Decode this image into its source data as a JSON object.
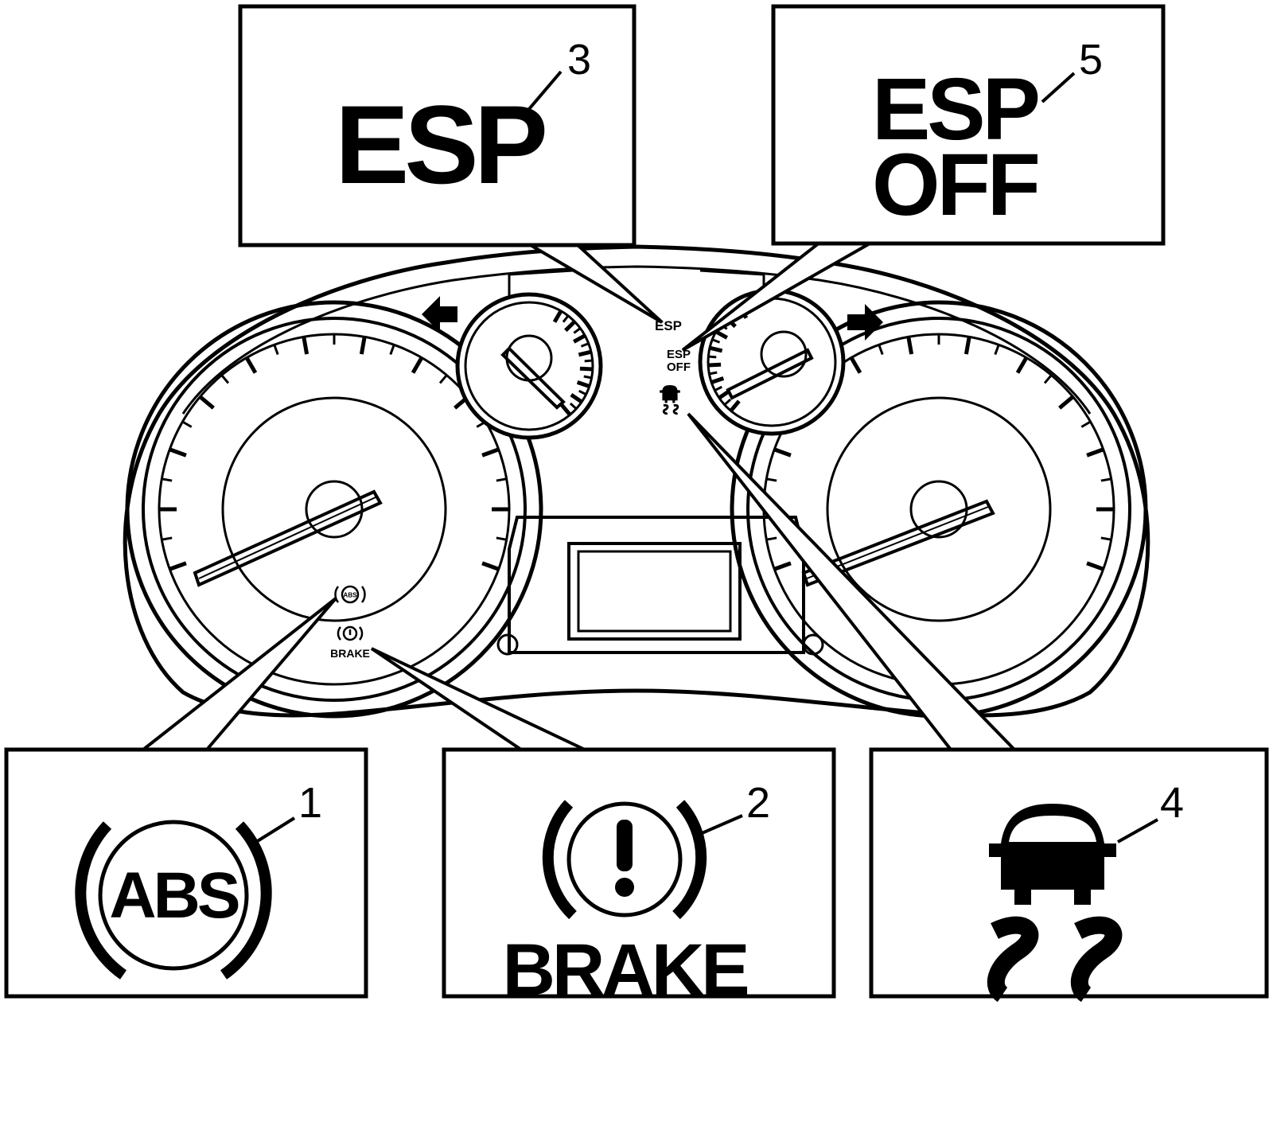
{
  "callouts": {
    "esp": {
      "number": "3",
      "text": "ESP"
    },
    "esp_off": {
      "number": "5",
      "line1": "ESP",
      "line2": "OFF"
    },
    "abs": {
      "number": "1",
      "text": "ABS"
    },
    "brake": {
      "number": "2",
      "text": "BRAKE"
    },
    "traction": {
      "number": "4"
    }
  },
  "cluster": {
    "esp_indicator": "ESP",
    "esp_off_indicator_line1": "ESP",
    "esp_off_indicator_line2": "OFF",
    "abs_indicator": "ABS",
    "brake_indicator": "BRAKE"
  },
  "colors": {
    "line": "#000000",
    "background": "#ffffff"
  }
}
